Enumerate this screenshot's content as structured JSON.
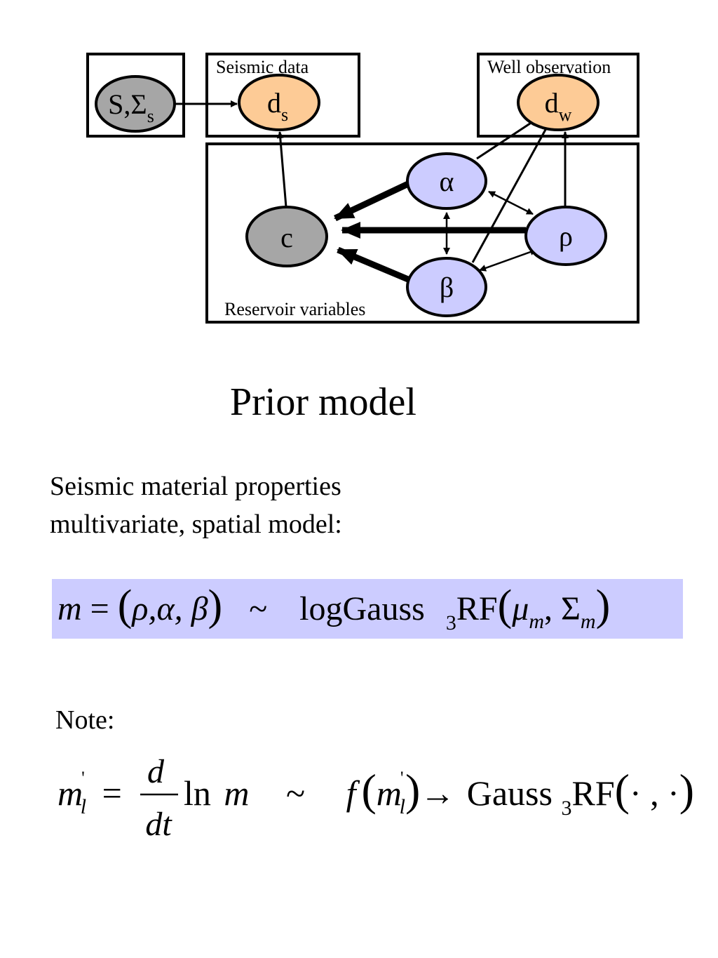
{
  "diagram": {
    "boxes": {
      "seismic_data": "Seismic data",
      "well_observation": "Well observation",
      "reservoir_variables": "Reservoir variables"
    },
    "nodes": {
      "prior_seismic": {
        "main": "S,Σ",
        "sub": "s",
        "fill": "#a6a6a6"
      },
      "seismic_obs": {
        "main": "d",
        "sub": "s",
        "fill": "#fdcb96"
      },
      "well_obs": {
        "main": "d",
        "sub": "w",
        "fill": "#fdcb96"
      },
      "alpha": {
        "main": "α",
        "fill": "#ccccff"
      },
      "c": {
        "main": "c",
        "fill": "#a6a6a6"
      },
      "rho": {
        "main": "ρ",
        "fill": "#ccccff"
      },
      "beta": {
        "main": "β",
        "fill": "#ccccff"
      }
    }
  },
  "title": "Prior model",
  "subtitle": {
    "line1": "Seismic material properties",
    "line2": "multivariate, spatial model:"
  },
  "equation1": {
    "highlight_color": "#ccccff",
    "m": "m",
    "equals": "=",
    "tuple": "ρ,α, β",
    "tilde": "~",
    "dist": "logGauss",
    "dim": "3",
    "rf": "RF",
    "mu": "μ",
    "sigma": "Σ",
    "sub": "m"
  },
  "note_label": "Note:",
  "equation2": {
    "m": "m",
    "prime": "'",
    "sub_l": "l",
    "equals": "=",
    "num": "d",
    "den": "dt",
    "ln": "ln",
    "m2": "m",
    "tilde": "~",
    "f": "f",
    "arrow": "→",
    "gauss": "Gauss",
    "dim": "3",
    "rf": "RF",
    "args": "· , ·"
  }
}
